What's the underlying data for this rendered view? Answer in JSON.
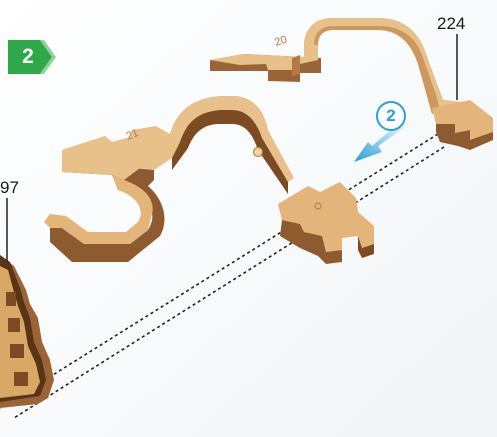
{
  "step": {
    "number": "2",
    "color": "#2fa84a"
  },
  "sub_step": {
    "number": "2",
    "color": "#2a9fd8"
  },
  "callouts": {
    "part_left": "97",
    "part_right": "224"
  },
  "engravings": {
    "part_upper": "20",
    "part_lower": "21"
  },
  "colors": {
    "wood_top": "#e8c089",
    "wood_side": "#9a6436",
    "wood_dark": "#5a3417",
    "arrow_blue": "#2a9fd8",
    "dashed_line": "#222222"
  },
  "icons": [
    "step-badge-icon",
    "insert-arrow-icon"
  ]
}
